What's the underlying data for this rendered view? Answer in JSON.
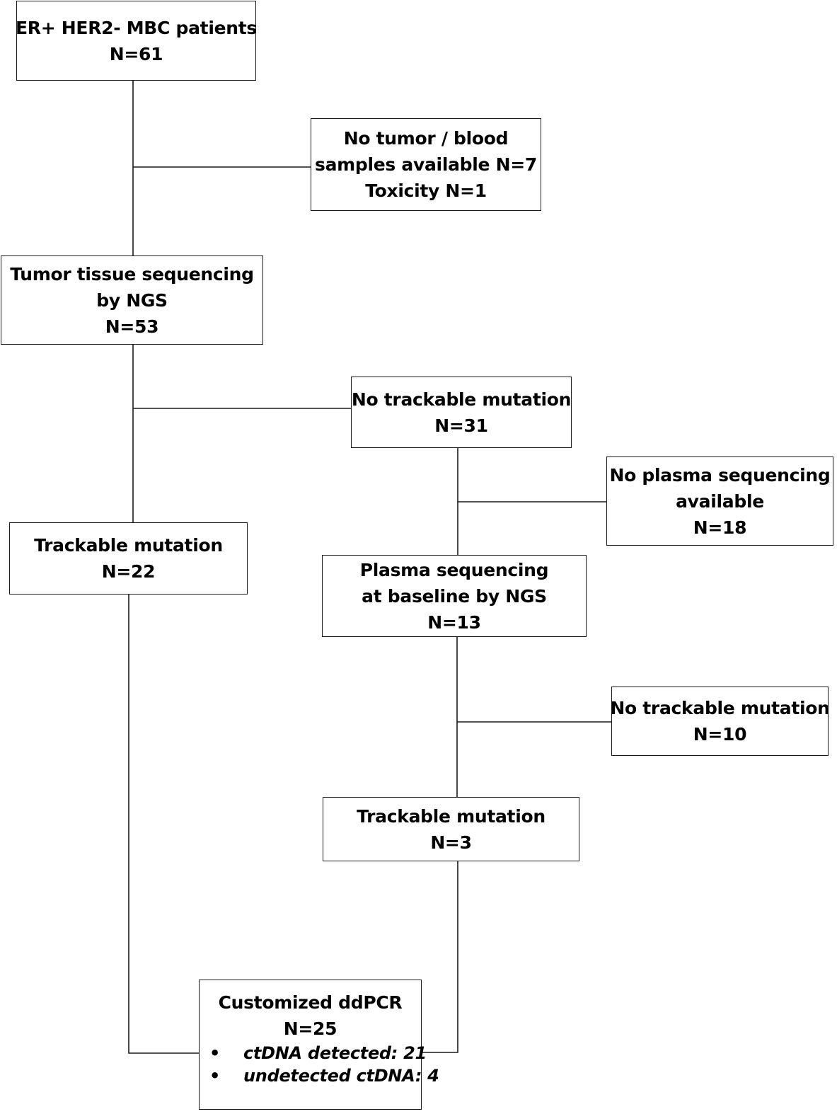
{
  "flowchart": {
    "start": {
      "title": "ER+ HER2- MBC patients",
      "count": "N=61"
    },
    "excluded_initial": {
      "line1": "No tumor / blood",
      "line2": "samples available N=7",
      "line3": "Toxicity N=1"
    },
    "tissue_seq": {
      "line1": "Tumor tissue sequencing",
      "line2": "by NGS",
      "count": "N=53"
    },
    "no_trackable_tissue": {
      "title": "No trackable mutation",
      "count": "N=31"
    },
    "no_plasma": {
      "line1": "No plasma sequencing",
      "line2": "available",
      "count": "N=18"
    },
    "trackable_tissue": {
      "title": "Trackable mutation",
      "count": "N=22"
    },
    "plasma_seq": {
      "line1": "Plasma sequencing",
      "line2": "at baseline by NGS",
      "count": "N=13"
    },
    "no_trackable_plasma": {
      "title": "No trackable mutation",
      "count": "N=10"
    },
    "trackable_plasma": {
      "title": "Trackable mutation",
      "count": "N=3"
    },
    "ddpcr": {
      "title": "Customized ddPCR",
      "count": "N=25",
      "bullets": [
        "ctDNA detected: 21",
        "undetected ctDNA: 4"
      ],
      "bullet_symbol": "•"
    }
  },
  "colors": {
    "line": "#1a1a1a",
    "box_border": "#1a1a1a",
    "background": "#ffffff"
  }
}
